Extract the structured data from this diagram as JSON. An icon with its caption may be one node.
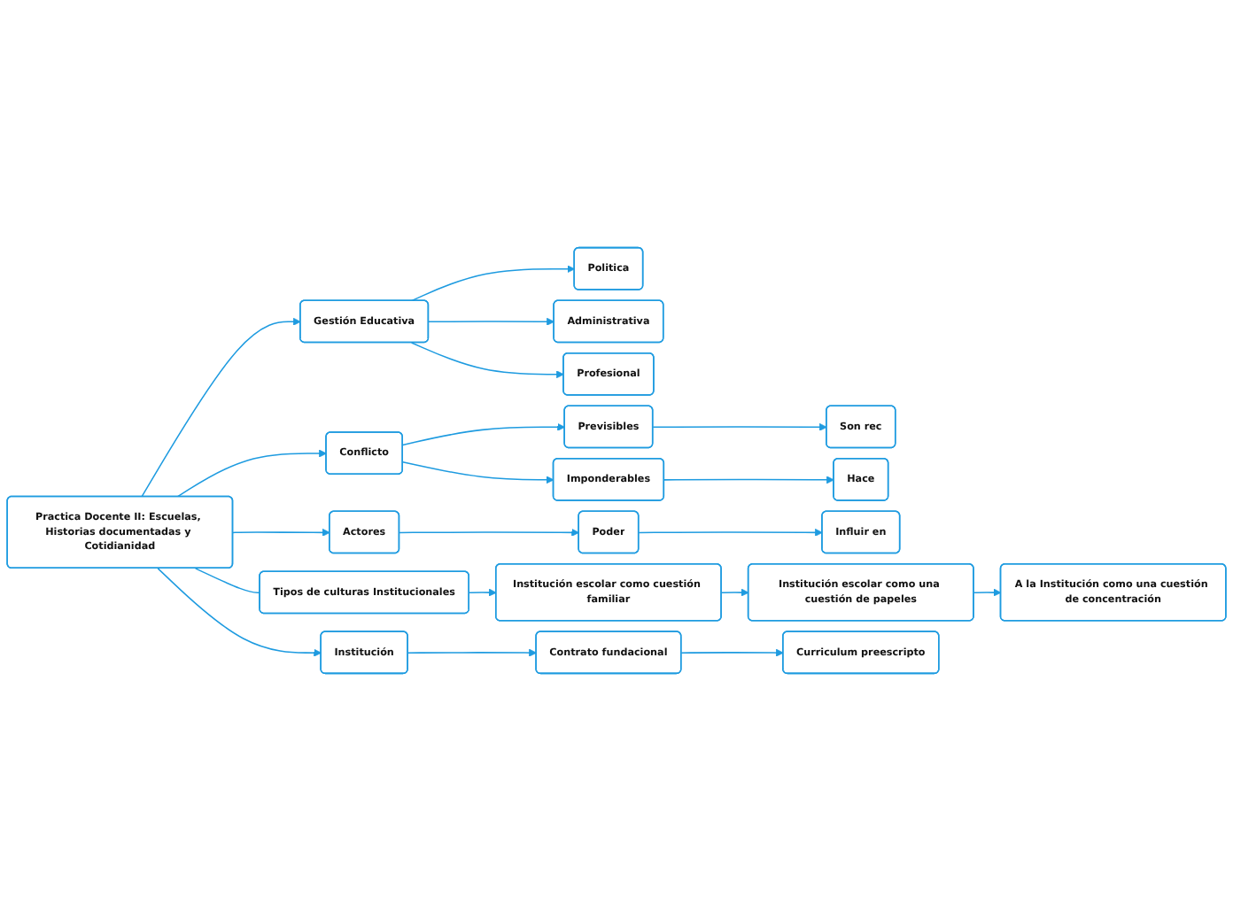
{
  "diagram": {
    "nodes": [
      {
        "text": [
          "Practica Docente II: Escuelas, Historias documentadas y Cotidianidad"
        ]
      },
      {
        "text": [
          "Gestión Educativa"
        ]
      },
      {
        "text": [
          "Politica"
        ]
      },
      {
        "text": [
          "Administrativa"
        ]
      },
      {
        "text": [
          "Profesional"
        ]
      },
      {
        "text": [
          "Conflicto"
        ]
      },
      {
        "text": [
          "Previsibles"
        ]
      },
      {
        "text": [
          "Son rec"
        ]
      },
      {
        "text": [
          "Imponderables"
        ]
      },
      {
        "text": [
          "Hace"
        ]
      },
      {
        "text": [
          "Actores"
        ]
      },
      {
        "text": [
          "Poder"
        ]
      },
      {
        "text": [
          "Influir en"
        ]
      },
      {
        "text": [
          "Tipos de culturas Institucionales"
        ]
      },
      {
        "text": [
          "Institución escolar como cuestión familiar"
        ]
      },
      {
        "text": [
          "Institución escolar como una cuestión de papeles"
        ]
      },
      {
        "text": [
          "A la Institución como una cuestión de concentración"
        ]
      },
      {
        "text": [
          "Institución"
        ]
      },
      {
        "text": [
          "Contrato fundacional"
        ]
      },
      {
        "text": [
          "Curriculum preescripto"
        ]
      }
    ],
    "edges": [
      {
        "from": 0,
        "to": 1,
        "arrow": "to"
      },
      {
        "from": 1,
        "to": 2,
        "arrow": "to"
      },
      {
        "from": 1,
        "to": 3,
        "arrow": "to"
      },
      {
        "from": 1,
        "to": 4,
        "arrow": "to"
      },
      {
        "from": 0,
        "to": 5,
        "arrow": "to"
      },
      {
        "from": 5,
        "to": 6,
        "arrow": "to"
      },
      {
        "from": 6,
        "to": 7,
        "arrow": "to"
      },
      {
        "from": 5,
        "to": 8,
        "arrow": "to"
      },
      {
        "from": 8,
        "to": 9,
        "arrow": "to"
      },
      {
        "from": 0,
        "to": 10,
        "arrow": "to"
      },
      {
        "from": 10,
        "to": 11,
        "arrow": "to"
      },
      {
        "from": 11,
        "to": 12,
        "arrow": "to"
      },
      {
        "from": 0,
        "to": 13,
        "arrow": "none"
      },
      {
        "from": 13,
        "to": 14,
        "arrow": "to"
      },
      {
        "from": 14,
        "to": 15,
        "arrow": "to"
      },
      {
        "from": 15,
        "to": 16,
        "arrow": "to"
      },
      {
        "from": 0,
        "to": 17,
        "arrow": "to"
      },
      {
        "from": 17,
        "to": 18,
        "arrow": "to"
      },
      {
        "from": 18,
        "to": 19,
        "arrow": "to"
      }
    ]
  }
}
